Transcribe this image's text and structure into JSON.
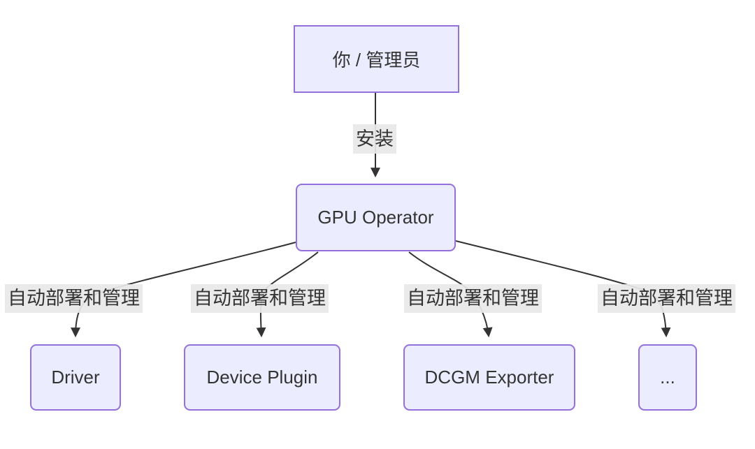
{
  "diagram": {
    "type": "flowchart",
    "direction": "top-down",
    "colors": {
      "background": "#ffffff",
      "node_fill": "#ECECFF",
      "node_border": "#9370DB",
      "node_text": "#333333",
      "edge_line": "#333333",
      "edge_label_bg": "#e8e8e8",
      "edge_label_text": "#333333"
    },
    "nodes": [
      {
        "id": "user",
        "label": "你 / 管理员",
        "shape": "rect"
      },
      {
        "id": "gpu-operator",
        "label": "GPU Operator",
        "shape": "rounded"
      },
      {
        "id": "driver",
        "label": "Driver",
        "shape": "rounded"
      },
      {
        "id": "device-plugin",
        "label": "Device Plugin",
        "shape": "rounded"
      },
      {
        "id": "dcgm-exporter",
        "label": "DCGM Exporter",
        "shape": "rounded"
      },
      {
        "id": "more",
        "label": "...",
        "shape": "rounded"
      }
    ],
    "edges": [
      {
        "from": "user",
        "to": "gpu-operator",
        "label": "安装"
      },
      {
        "from": "gpu-operator",
        "to": "driver",
        "label": "自动部署和管理"
      },
      {
        "from": "gpu-operator",
        "to": "device-plugin",
        "label": "自动部署和管理"
      },
      {
        "from": "gpu-operator",
        "to": "dcgm-exporter",
        "label": "自动部署和管理"
      },
      {
        "from": "gpu-operator",
        "to": "more",
        "label": "自动部署和管理"
      }
    ]
  }
}
